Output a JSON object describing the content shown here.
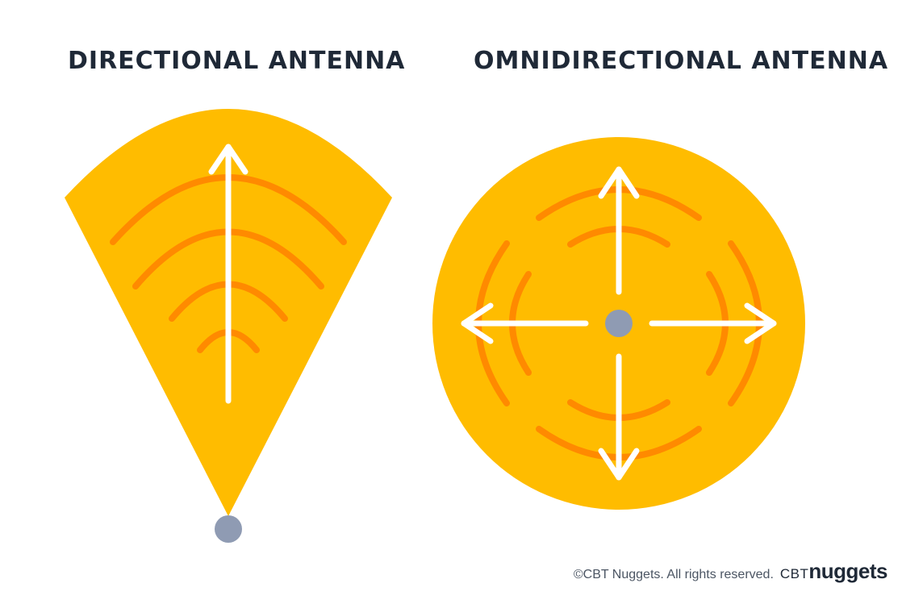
{
  "titles": {
    "directional": "DIRECTIONAL ANTENNA",
    "omnidirectional": "OMNIDIRECTIONAL ANTENNA"
  },
  "footer": {
    "copyright": "©CBT Nuggets. All rights reserved.",
    "brand_cbt": "CBT",
    "brand_nuggets": "nuggets"
  },
  "colors": {
    "coverage": "#FFBC00",
    "signal_wave": "#FF8A00",
    "arrow": "#ffffff",
    "antenna_source": "#8F9BB3",
    "title_text": "#1f2937"
  },
  "icons": {
    "directional_source": "antenna-dot-icon",
    "omni_source": "antenna-dot-icon",
    "arrow": "arrow-icon"
  }
}
